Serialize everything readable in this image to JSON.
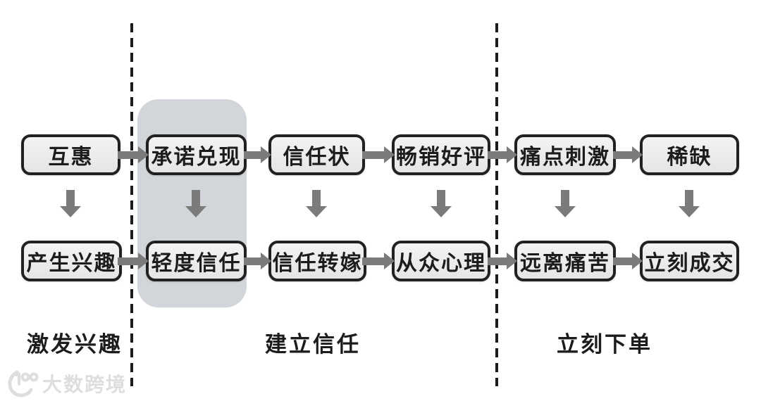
{
  "colors": {
    "box_fill": "#ececec",
    "box_border": "#212121",
    "arrow_gray": "#7b7b7b",
    "highlight_panel": "#d2d5d9",
    "divider_black": "#1c1c1c",
    "watermark_gray": "#dedede"
  },
  "columns": [
    {
      "top": "互惠",
      "bottom": "产生兴趣"
    },
    {
      "top": "承诺兑现",
      "bottom": "轻度信任",
      "highlighted": true
    },
    {
      "top": "信任状",
      "bottom": "信任转嫁"
    },
    {
      "top": "畅销好评",
      "bottom": "从众心理"
    },
    {
      "top": "痛点刺激",
      "bottom": "远离痛苦"
    },
    {
      "top": "稀缺",
      "bottom": "立刻成交"
    }
  ],
  "stage_labels": [
    "激发兴趣",
    "建立信任",
    "立刻下单"
  ],
  "watermark": {
    "logo": "dashukuajing-logo",
    "text": "大数跨境"
  }
}
